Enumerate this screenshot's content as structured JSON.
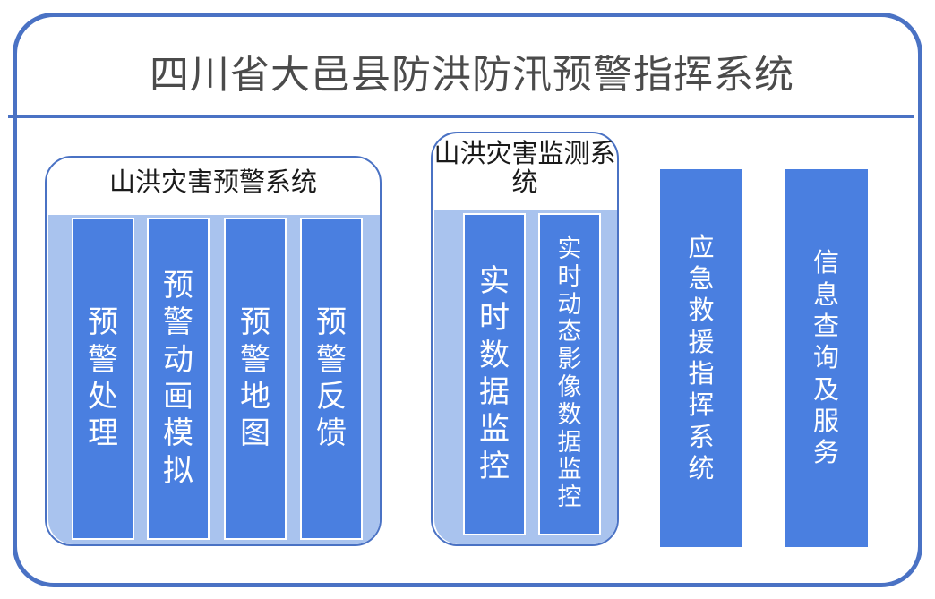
{
  "title": "四川省大邑县防洪防汛预警指挥系统",
  "groups": [
    {
      "title": "山洪灾害预警系统",
      "items": [
        "预警处理",
        "预警动画模拟",
        "预警地图",
        "预警反馈"
      ]
    },
    {
      "title": "山洪灾害监测系统",
      "items": [
        "实时数据监控",
        "实时动态影像数据监控"
      ]
    }
  ],
  "standalone": [
    "应急救援指挥系统",
    "信息查询及服务"
  ],
  "colors": {
    "border": "#4a72c4",
    "bar": "#4a7fe0",
    "panel": "#a9c3ee",
    "title_text": "#4b4b4b"
  }
}
